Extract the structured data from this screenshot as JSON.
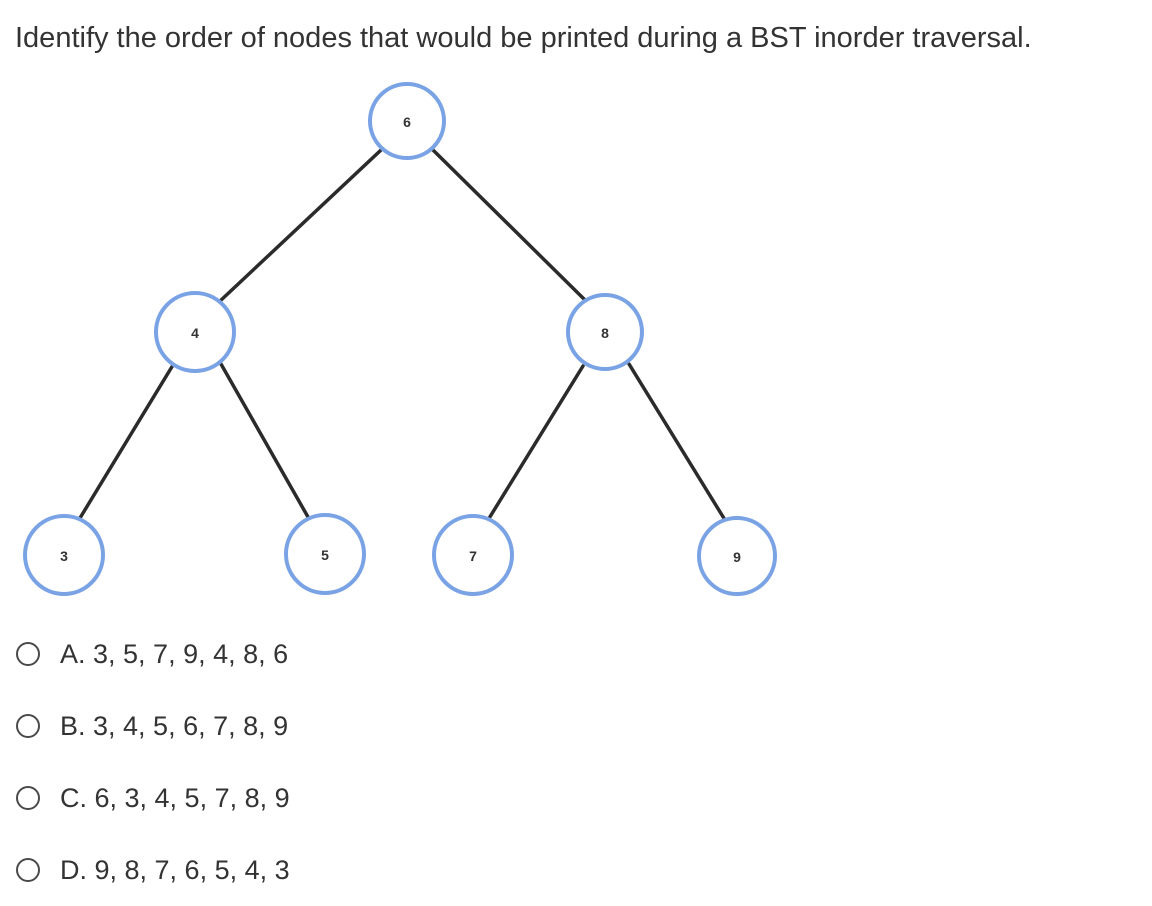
{
  "question": {
    "text": "Identify the order of nodes that would be printed during a BST inorder traversal."
  },
  "tree": {
    "root": "6",
    "nodes": [
      {
        "id": "6",
        "label": "6"
      },
      {
        "id": "4",
        "label": "4"
      },
      {
        "id": "8",
        "label": "8"
      },
      {
        "id": "3",
        "label": "3"
      },
      {
        "id": "5",
        "label": "5"
      },
      {
        "id": "7",
        "label": "7"
      },
      {
        "id": "9",
        "label": "9"
      }
    ],
    "edges": [
      {
        "from": "6",
        "to": "4"
      },
      {
        "from": "6",
        "to": "8"
      },
      {
        "from": "4",
        "to": "3"
      },
      {
        "from": "4",
        "to": "5"
      },
      {
        "from": "8",
        "to": "7"
      },
      {
        "from": "8",
        "to": "9"
      }
    ],
    "colors": {
      "node_border": "#7aa3e5",
      "edge": "#2b2b2b"
    }
  },
  "options": [
    {
      "label": "A. 3, 5, 7, 9, 4, 8, 6"
    },
    {
      "label": "B. 3, 4, 5, 6, 7, 8, 9"
    },
    {
      "label": "C. 6, 3, 4, 5, 7, 8, 9"
    },
    {
      "label": "D. 9, 8, 7, 6, 5, 4, 3"
    }
  ]
}
